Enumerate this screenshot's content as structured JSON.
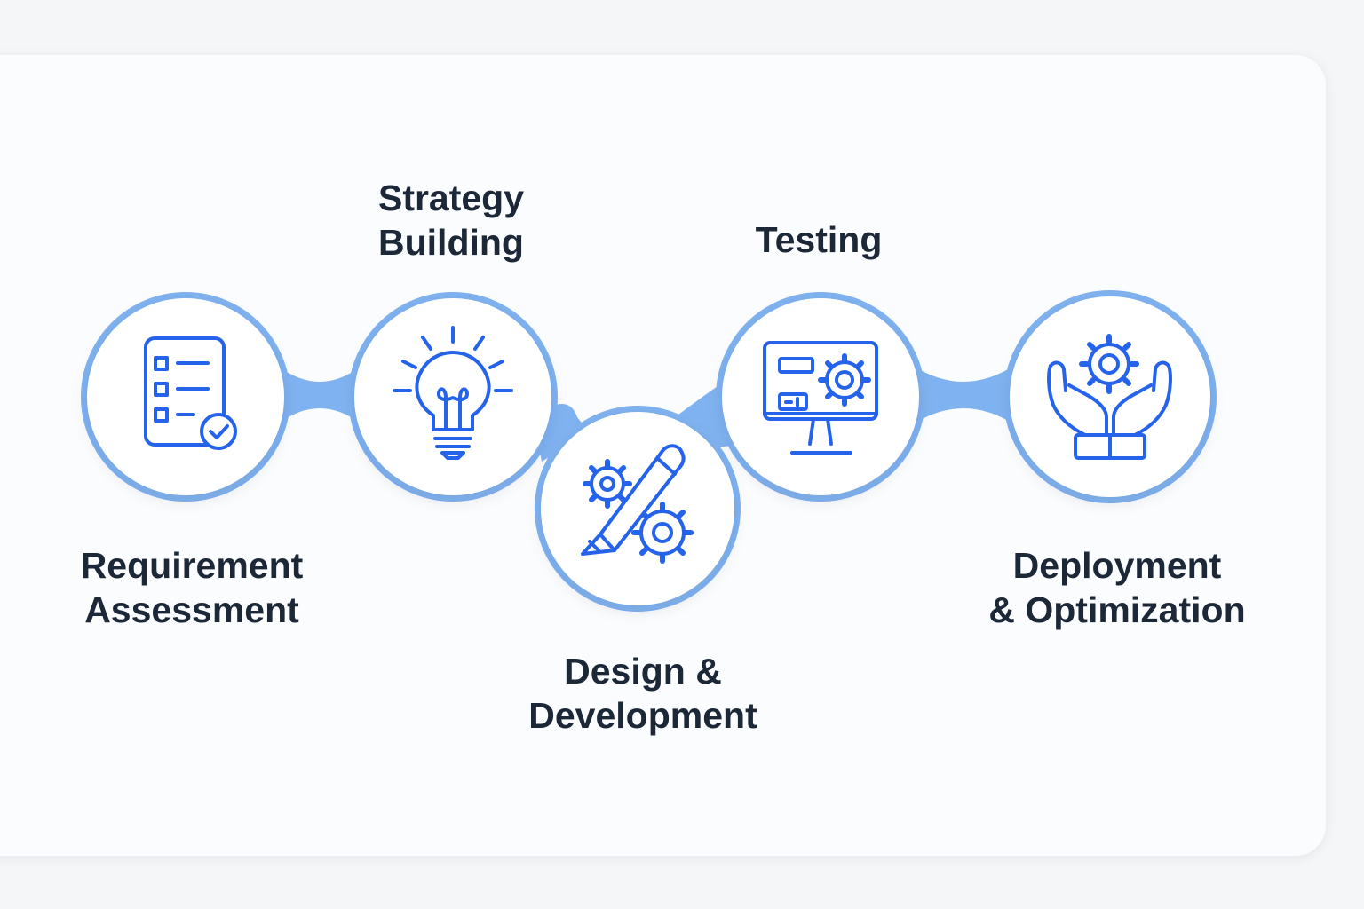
{
  "diagram": {
    "accent_color": "#7fb2f0",
    "icon_color": "#2563eb",
    "text_color": "#1c2837",
    "steps": [
      {
        "id": "requirement",
        "lines": [
          "Requirement",
          "Assessment"
        ],
        "icon": "checklist-icon"
      },
      {
        "id": "strategy",
        "lines": [
          "Strategy",
          "Building"
        ],
        "icon": "lightbulb-icon"
      },
      {
        "id": "design",
        "lines": [
          "Design &",
          "Development"
        ],
        "icon": "pencil-gears-icon"
      },
      {
        "id": "testing",
        "lines": [
          "Testing"
        ],
        "icon": "monitor-gear-icon"
      },
      {
        "id": "deployment",
        "lines": [
          "Deployment",
          "& Optimization"
        ],
        "icon": "hands-gear-icon"
      }
    ]
  }
}
